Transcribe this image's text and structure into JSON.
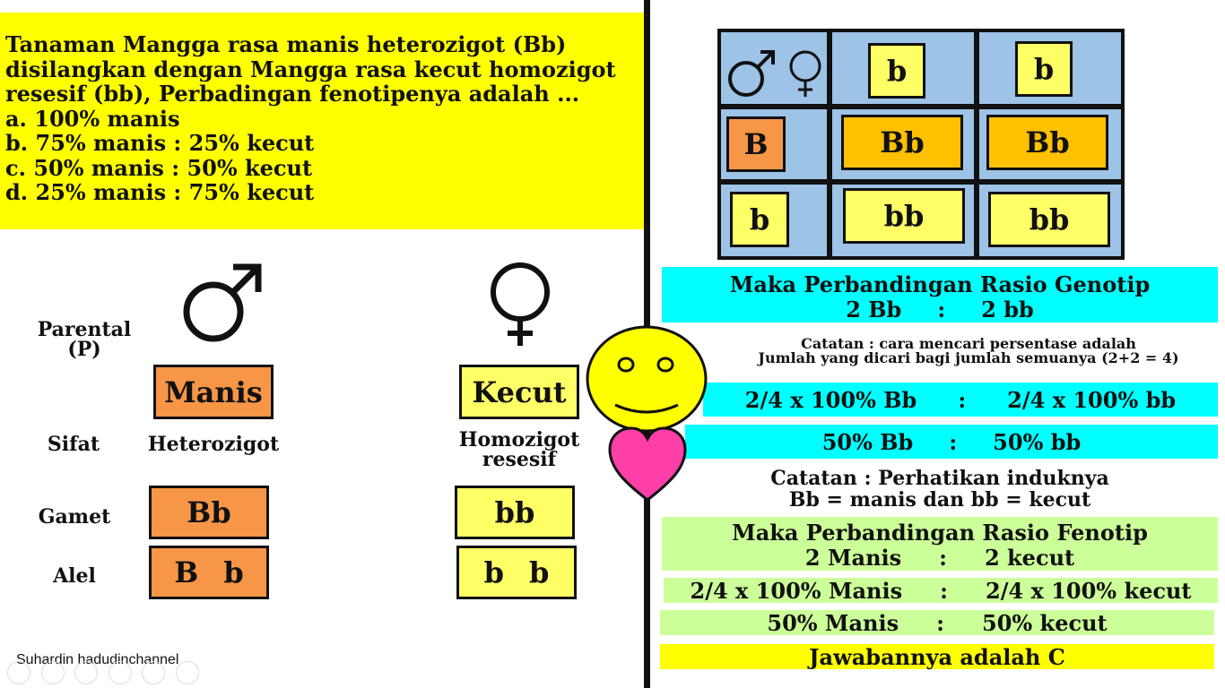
{
  "question": {
    "lines": [
      "Tanaman Mangga rasa manis heterozigot (Bb)",
      "disilangkan dengan Mangga rasa kecut homozigot",
      "resesif (bb), Perbadingan fenotipenya adalah ...",
      "a. 100% manis",
      "b. 75% manis : 25% kecut",
      "c.  50% manis : 50% kecut",
      "d.  25% manis : 75% kecut"
    ]
  },
  "left": {
    "parental_label": "Parental\n(P)",
    "sifat_label": "Sifat",
    "gamet_label": "Gamet",
    "alel_label": "Alel",
    "male": {
      "symbol_icon": "male-symbol-icon",
      "trait": "Manis",
      "sifat": "Heterozigot",
      "gamet": "Bb",
      "alel1": "B",
      "alel2": "b"
    },
    "female": {
      "symbol_icon": "female-symbol-icon",
      "trait": "Kecut",
      "sifat": "Homozigot\nresesif",
      "gamet": "bb",
      "alel1": "b",
      "alel2": "b"
    }
  },
  "punnett": {
    "col1": "b",
    "col2": "b",
    "row1": "B",
    "row2": "b",
    "r1c1": "Bb",
    "r1c2": "Bb",
    "r2c1": "bb",
    "r2c2": "bb"
  },
  "genotype": {
    "title": "Maka Perbandingan Rasio Genotip",
    "left": "2 Bb",
    "sep": ":",
    "right": "2 bb",
    "note1": "Catatan : cara mencari persentase adalah",
    "note2": "Jumlah yang dicari bagi jumlah semuanya (2+2 = 4)",
    "calc_left": "2/4 x 100% Bb",
    "calc_right": "2/4 x 100% bb",
    "pct_left": "50% Bb",
    "pct_right": "50% bb"
  },
  "phenotype": {
    "note1": "Catatan : Perhatikan induknya",
    "note2": "Bb = manis dan bb = kecut",
    "title": "Maka Perbandingan Rasio Fenotip",
    "left": "2 Manis",
    "sep": ":",
    "right": "2 kecut",
    "calc_left": "2/4 x 100% Manis",
    "calc_right": "2/4 x 100% kecut",
    "pct_left": "50% Manis",
    "pct_right": "50% kecut"
  },
  "answer": "Jawabannya adalah C",
  "watermark": "Suhardin hadudinchannel",
  "colors": {
    "yellow": "#ffff00",
    "orange": "#f79646",
    "gold": "#ffc000",
    "light_yellow": "#ffff66",
    "cyan": "#00ffff",
    "light_green": "#ccff99",
    "grid_blue": "#9dc3e6",
    "heart": "#ff3fa8"
  }
}
